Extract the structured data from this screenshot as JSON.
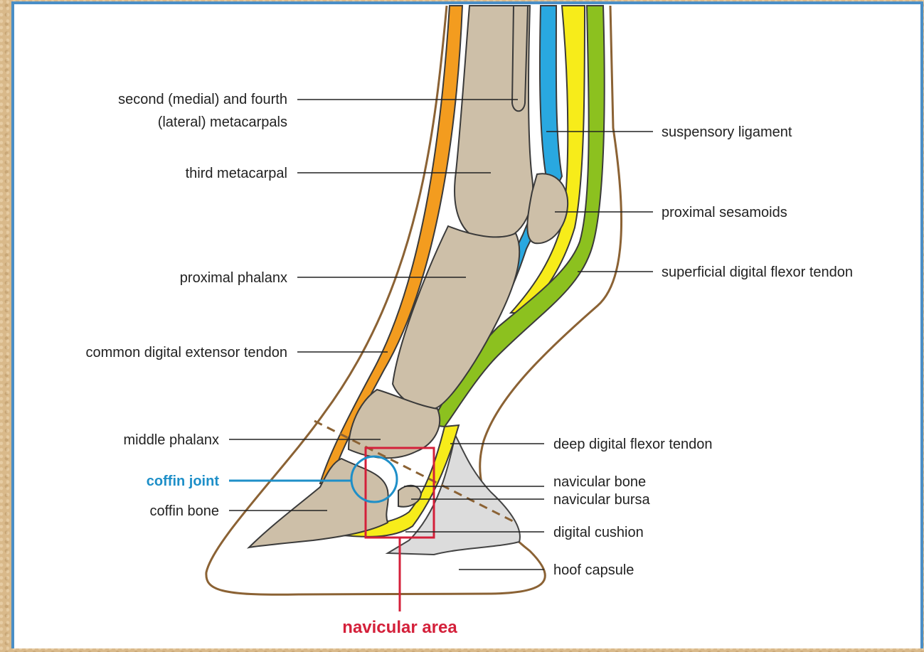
{
  "labels": {
    "second_fourth_metacarpals_line1": "second (medial) and fourth",
    "second_fourth_metacarpals_line2": "(lateral) metacarpals",
    "third_metacarpal": "third metacarpal",
    "proximal_phalanx": "proximal phalanx",
    "common_digital_extensor_tendon": "common digital extensor tendon",
    "middle_phalanx": "middle phalanx",
    "coffin_joint": "coffin joint",
    "coffin_bone": "coffin bone",
    "suspensory_ligament": "suspensory ligament",
    "proximal_sesamoids": "proximal sesamoids",
    "superficial_digital_flexor_tendon": "superficial digital flexor tendon",
    "deep_digital_flexor_tendon": "deep digital flexor tendon",
    "navicular_bone": "navicular bone",
    "navicular_bursa": "navicular bursa",
    "digital_cushion": "digital cushion",
    "hoof_capsule": "hoof capsule",
    "navicular_area": "navicular area"
  },
  "colors": {
    "bone": "#cdbfa8",
    "bone_outline": "#3a3a3a",
    "extensor_tendon": "#f39c1f",
    "suspensory_ligament": "#29a8e0",
    "superficial_flexor": "#f7ec1a",
    "deep_flexor": "#8cc11f",
    "cushion": "#dcdcdc",
    "hoof_outline": "#8b6234",
    "coffin_joint_marker": "#1e8fc8",
    "navicular_area_marker": "#d4203a",
    "frame": "#4a8ec6"
  }
}
